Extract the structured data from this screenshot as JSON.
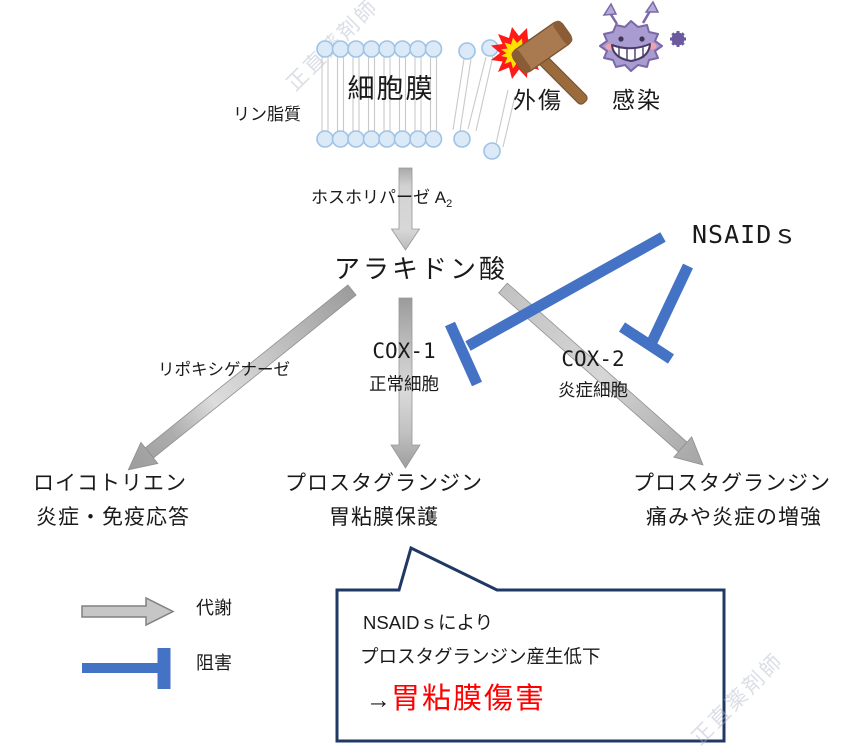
{
  "watermark": {
    "text": "正直薬剤師"
  },
  "membrane": {
    "label": "細胞膜",
    "phospholipid_label": "リン脂質"
  },
  "causes": {
    "trauma": "外傷",
    "infection": "感染"
  },
  "pathway": {
    "phospholipase": "ホスホリパーゼ A",
    "phospholipase_sub": "2",
    "arachidonic_acid": "アラキドン酸",
    "lipoxygenase": "リポキシゲナーゼ",
    "nsaids": "NSAIDｓ",
    "cox1": "COX-1",
    "cox1_cell": "正常細胞",
    "cox2": "COX-2",
    "cox2_cell": "炎症細胞"
  },
  "outputs": {
    "left": {
      "line1": "ロイコトリエン",
      "line2": "炎症・免疫応答"
    },
    "center": {
      "line1": "プロスタグランジン",
      "line2": "胃粘膜保護"
    },
    "right": {
      "line1": "プロスタグランジン",
      "line2": "痛みや炎症の増強"
    }
  },
  "legend": {
    "metabolism": "代謝",
    "inhibition": "阻害"
  },
  "callout": {
    "line1": "NSAIDｓにより",
    "line2": "プロスタグランジン産生低下",
    "arrow": "→",
    "highlight": "胃粘膜傷害"
  },
  "colors": {
    "inhibition_blue": "#4472C4",
    "callout_border": "#1F3864",
    "highlight_red": "#FF0000",
    "membrane_fill": "#DCE9F7",
    "membrane_stroke": "#9DC3E6",
    "arrow_gray": "#ACACAC"
  }
}
